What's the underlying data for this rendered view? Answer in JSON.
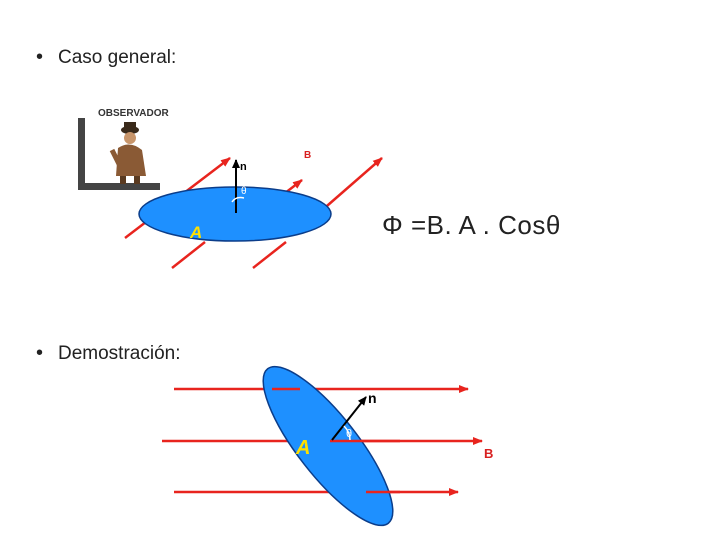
{
  "bullets": [
    {
      "text": "Caso general:"
    },
    {
      "text": "Demostración:"
    }
  ],
  "bullet_symbol": "•",
  "figure1": {
    "observer_label": "OBSERVADOR",
    "normal_label": "n",
    "field_label": "B",
    "angle_label": "θ",
    "area_label": "A"
  },
  "formula": "Φ =B. A . Cosθ",
  "figure2": {
    "normal_label": "n",
    "angle_label": "θ",
    "area_label": "A",
    "field_label": "B"
  },
  "colors": {
    "disc_fill": "#1e90ff",
    "arrow": "#e8241e",
    "label_red": "#d82020",
    "label_yellow": "#ffe000"
  }
}
